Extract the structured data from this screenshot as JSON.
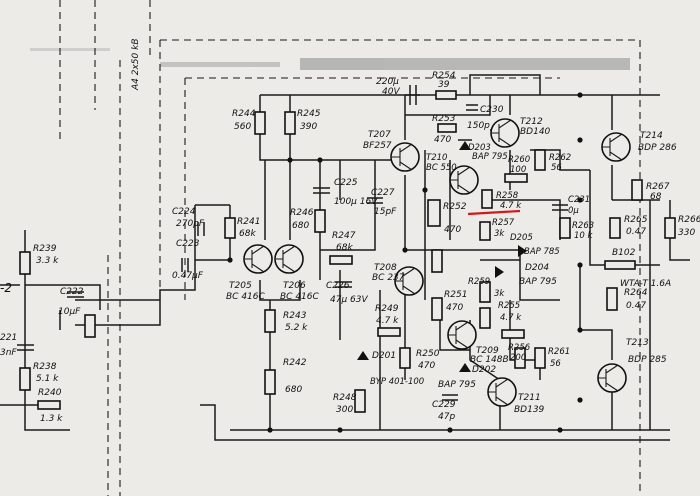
{
  "frame": {
    "label": "A4 2x50 kB"
  },
  "parts": {
    "R254": {
      "ref": "R254",
      "val": "39"
    },
    "C228": {
      "ref": "220µ",
      "val": "40V"
    },
    "C230": {
      "ref": "C230",
      "val": "150p"
    },
    "T212": {
      "ref": "T212",
      "val": "BD140"
    },
    "R253": {
      "ref": "R253",
      "val": "470"
    },
    "D203": {
      "ref": "D203",
      "val": "BAP 795"
    },
    "R244": {
      "ref": "R244",
      "val": "560"
    },
    "R245": {
      "ref": "R245",
      "val": "390"
    },
    "T207": {
      "ref": "T207",
      "val": "BF257"
    },
    "T210": {
      "ref": "T210",
      "val": "BC 550"
    },
    "R260": {
      "ref": "R260",
      "val": "100"
    },
    "R262": {
      "ref": "R262",
      "val": "56"
    },
    "T214": {
      "ref": "T214",
      "val": "BDP 286"
    },
    "R267": {
      "ref": "R267",
      "val": "68"
    },
    "C225": {
      "ref": "C225",
      "val": "100µ 16V"
    },
    "C227": {
      "ref": "C227",
      "val": "15pF"
    },
    "R252": {
      "ref": "R252",
      "val": "470"
    },
    "R258": {
      "ref": "R258",
      "val": "4.7 k"
    },
    "C231": {
      "ref": "C231",
      "val": "0µ"
    },
    "R263": {
      "ref": "R263",
      "val": "10 k"
    },
    "C224": {
      "ref": "C224",
      "val": "270pF"
    },
    "R241": {
      "ref": "R241",
      "val": "68k"
    },
    "R246": {
      "ref": "R246",
      "val": "680"
    },
    "R247": {
      "ref": "R247",
      "val": "68k"
    },
    "R257": {
      "ref": "R257",
      "val": "3k"
    },
    "D205": {
      "ref": "D205",
      "val": "BAP 785"
    },
    "R265": {
      "ref": "R265",
      "val": "0.47"
    },
    "R266": {
      "ref": "R266",
      "val": "330"
    },
    "R239": {
      "ref": "R239",
      "val": "3.3 k"
    },
    "C223": {
      "ref": "C223",
      "val": "0.47µF"
    },
    "T205": {
      "ref": "T205",
      "val": "BC 416C"
    },
    "T206": {
      "ref": "T206",
      "val": "BC 416C"
    },
    "T208": {
      "ref": "T208",
      "val": "BC 237"
    },
    "D204": {
      "ref": "D204",
      "val": "BAP 795"
    },
    "B102": {
      "ref": "B102",
      "val": "WTA-T 1.6A"
    },
    "C222": {
      "ref": "C222",
      "val": "10µF"
    },
    "C226": {
      "ref": "C226",
      "val": "47µ 63V"
    },
    "R251": {
      "ref": "R251",
      "val": "470"
    },
    "R259": {
      "ref": "R259",
      "val": "3k"
    },
    "R255": {
      "ref": "R255",
      "val": "4.7 k"
    },
    "R264": {
      "ref": "R264",
      "val": "0.47"
    },
    "R243": {
      "ref": "R243",
      "val": "5.2 k"
    },
    "R249": {
      "ref": "R249",
      "val": "4.7 k"
    },
    "T209": {
      "ref": "T209",
      "val": "BC 148B"
    },
    "R256": {
      "ref": "R256",
      "val": "200"
    },
    "R261": {
      "ref": "R261",
      "val": "56"
    },
    "C221": {
      "ref": "221",
      "val": "3nF"
    },
    "R238": {
      "ref": "R238",
      "val": "5.1 k"
    },
    "R242": {
      "ref": "R242",
      "val": "680"
    },
    "D201": {
      "ref": "D201",
      "val": "BYP 401-100"
    },
    "R250": {
      "ref": "R250",
      "val": "470"
    },
    "D202": {
      "ref": "D202",
      "val": "BAP 795"
    },
    "T213": {
      "ref": "T213",
      "val": "BDP 285"
    },
    "R240": {
      "ref": "R240",
      "val": "1.3 k"
    },
    "R248": {
      "ref": "R248",
      "val": "300"
    },
    "C229": {
      "ref": "C229",
      "val": "47p"
    },
    "T211": {
      "ref": "T211",
      "val": "BD139"
    },
    "pin": {
      "ref": "-2"
    }
  }
}
